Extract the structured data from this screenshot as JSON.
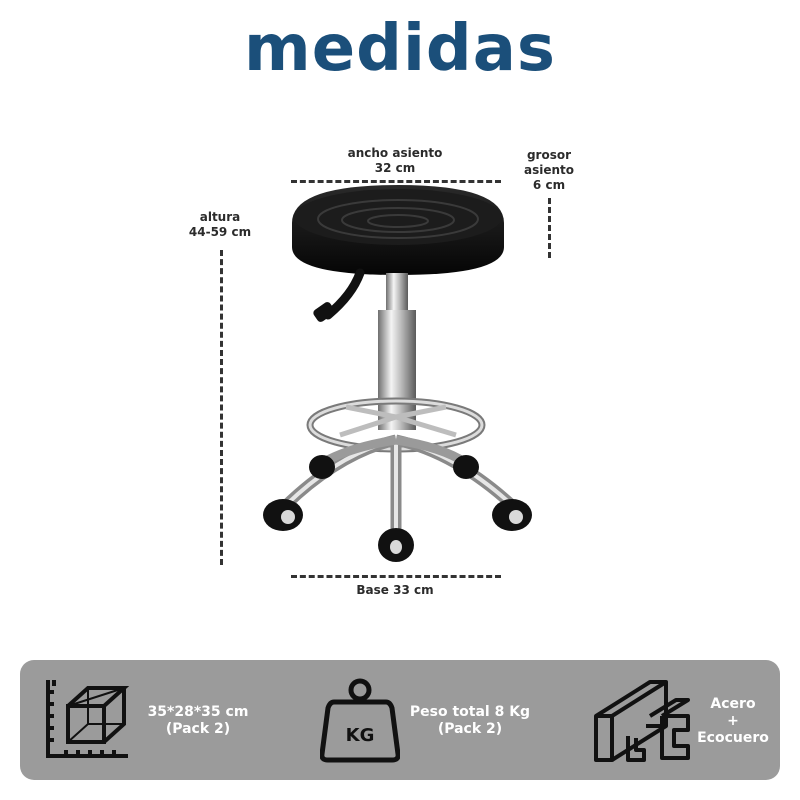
{
  "title": "medidas",
  "dimensions": {
    "seat_width": {
      "label": "ancho asiento",
      "value": "32 cm"
    },
    "seat_thickness": {
      "label_1": "grosor",
      "label_2": "asiento",
      "value": "6 cm"
    },
    "height": {
      "label": "altura",
      "value": "44-59 cm"
    },
    "base": {
      "label": "Base 33 cm"
    }
  },
  "info": {
    "size": {
      "line1": "35*28*35 cm",
      "line2": "(Pack 2)",
      "icon": "box-dimensions-icon"
    },
    "weight": {
      "line1": "Peso total 8 Kg",
      "line2": "(Pack 2)",
      "icon": "weight-kg-icon",
      "icon_text": "KG"
    },
    "material": {
      "line1": "Acero",
      "line2": "+",
      "line3": "Ecocuero",
      "icon": "steel-beam-icon"
    }
  },
  "colors": {
    "title": "#1b4f7a",
    "info_bar": "#9b9b9b",
    "info_text": "#ffffff"
  }
}
